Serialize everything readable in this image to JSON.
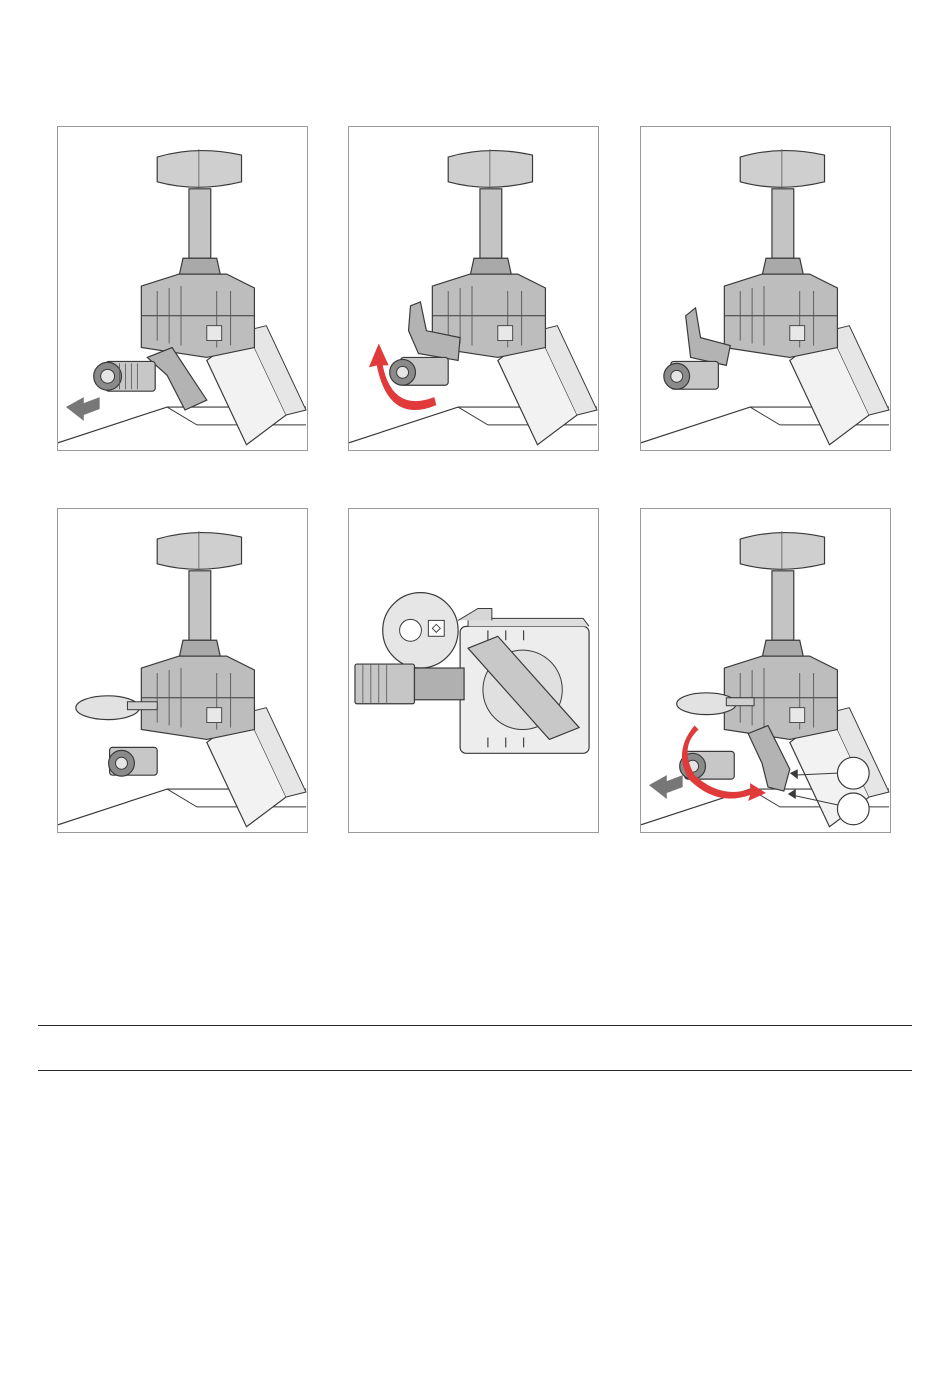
{
  "figures": [
    {
      "id": "fig-1",
      "step": "pull-out"
    },
    {
      "id": "fig-2",
      "step": "rotate-up"
    },
    {
      "id": "fig-3",
      "step": "clamp-open"
    },
    {
      "id": "fig-4",
      "step": "insert-key"
    },
    {
      "id": "fig-5",
      "step": "top-view"
    },
    {
      "id": "fig-6",
      "step": "rotate-back"
    }
  ],
  "colors": {
    "line": "#3a3a3a",
    "fill_light": "#d6d6d6",
    "fill_mid": "#b8b8b8",
    "fill_dark": "#8f8f8f",
    "arrow_red": "#e03a3a",
    "arrow_grey": "#777777"
  },
  "icons": {
    "pull": "arrow-left-icon",
    "rotate": "rotate-arrow-icon",
    "callout": "callout-circle-icon"
  }
}
